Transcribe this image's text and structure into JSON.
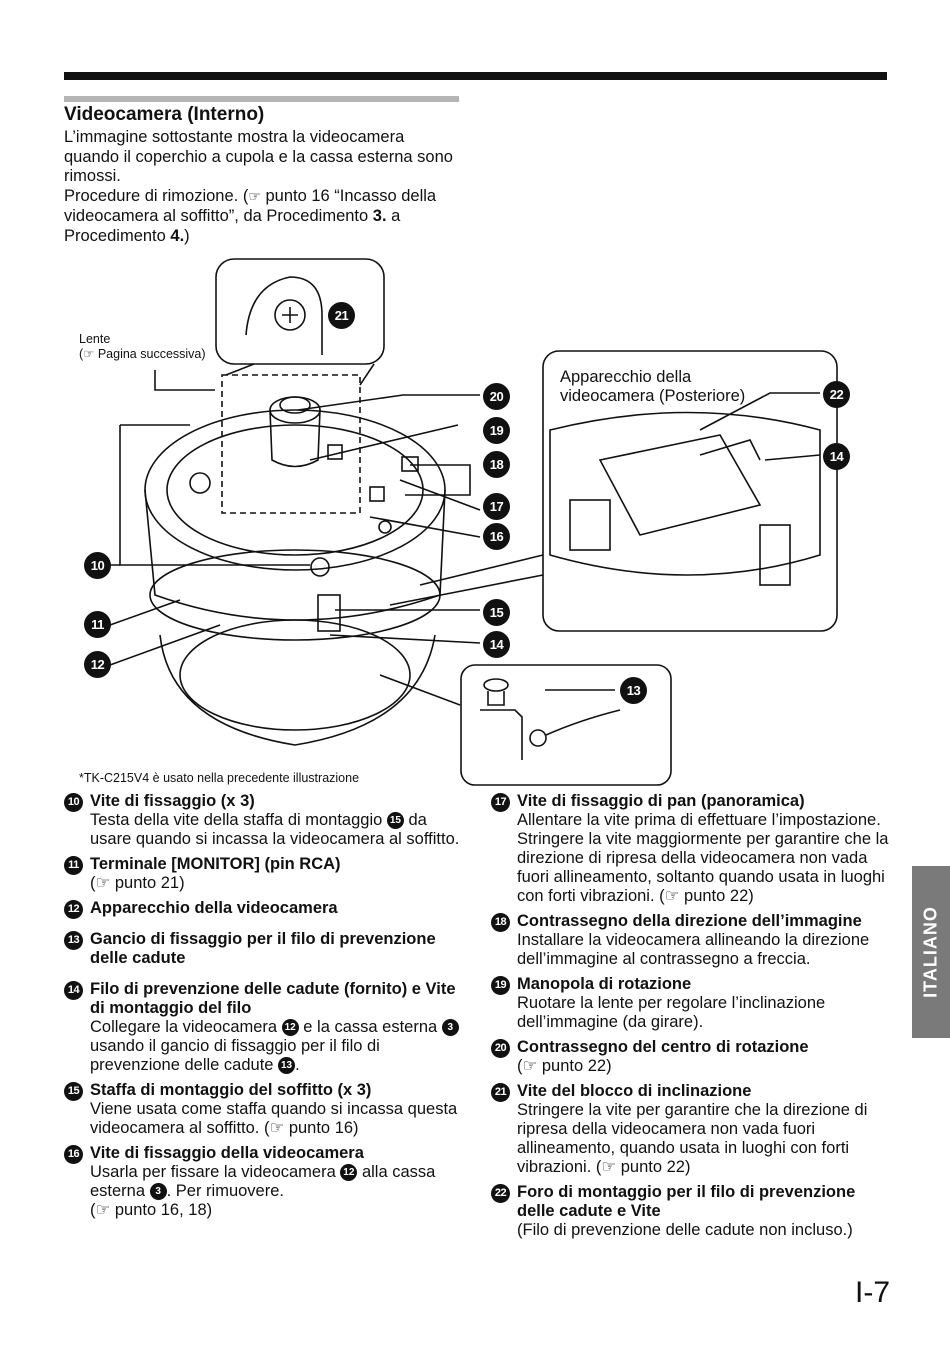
{
  "section": {
    "title": "Videocamera (Interno)",
    "intro": {
      "line1": "L’immagine sottostante mostra la videocamera quando il coperchio a cupola e la cassa esterna sono rimossi.",
      "line2_pre": "Procedure di rimozione. (",
      "ref_glyph": "☞",
      "line2_post": " punto 16 “Incasso della videocamera al soffitto”, da Procedimento ",
      "step_a": "3.",
      "mid": " a Procedimento ",
      "step_b": "4.",
      "end": ")"
    }
  },
  "figure": {
    "lens_label": "Lente",
    "lens_ref": "(☞ Pagina successiva)",
    "rear_label_1": "Apparecchio della",
    "rear_label_2": "videocamera (Posteriore)",
    "callouts": {
      "n10": "10",
      "n11": "11",
      "n12": "12",
      "n13": "13",
      "n14": "14",
      "n14b": "14",
      "n15": "15",
      "n16": "16",
      "n17": "17",
      "n18": "18",
      "n19": "19",
      "n20": "20",
      "n21": "21",
      "n22": "22"
    },
    "note": "*TK-C215V4 è usato nella precedente illustrazione"
  },
  "items_left": [
    {
      "num": "10",
      "head": "Vite di fissaggio (x 3)"
    },
    {
      "num": "11",
      "head": "Terminale [MONITOR] (pin RCA)",
      "desc": "(☞ punto 21)"
    },
    {
      "num": "12",
      "head": "Apparecchio della videocamera"
    },
    {
      "num": "13",
      "head": "Gancio di fissaggio per il filo di prevenzione delle cadute"
    },
    {
      "num": "14",
      "head": "Filo di prevenzione delle cadute (fornito) e Vite di montaggio del filo"
    },
    {
      "num": "15",
      "head": "Staffa di montaggio del soffitto (x 3)",
      "desc": "Viene usata come staffa quando si incassa questa videocamera al soffitto. (☞ punto 16)"
    },
    {
      "num": "16",
      "head": "Vite di fissaggio della videocamera"
    }
  ],
  "item10_desc": {
    "pre": "Testa della vite della staffa di montaggio ",
    "ref": "15",
    "post": " da usare quando si incassa la videocamera al soffitto."
  },
  "item14_desc": {
    "pre": "Collegare la videocamera ",
    "ref1": "12",
    "mid1": " e la cassa esterna ",
    "ref2": "3",
    "mid2": " usando il gancio di fissaggio per il filo di prevenzione delle cadute ",
    "ref3": "13",
    "post": "."
  },
  "item16_desc": {
    "pre": "Usarla per fissare la videocamera ",
    "ref1": "12",
    "mid": " alla cassa esterna ",
    "ref2": "3",
    "post": ". Per rimuovere.",
    "line2": "(☞ punto 16, 18)"
  },
  "items_right": [
    {
      "num": "17",
      "head": "Vite di fissaggio di pan (panoramica)",
      "desc": "Allentare la vite prima di effettuare l’impostazione. Stringere la vite maggiormente per garantire che la direzione di ripresa della videocamera non vada fuori allineamento, soltanto quando usata in luoghi con forti vibrazioni. (☞ punto 22)"
    },
    {
      "num": "18",
      "head": "Contrassegno della direzione dell’immagine",
      "desc": "Installare la videocamera allineando la direzione dell’immagine al contrassegno a freccia."
    },
    {
      "num": "19",
      "head": "Manopola di rotazione",
      "desc": "Ruotare la lente per regolare l’inclinazione dell’immagine (da girare)."
    },
    {
      "num": "20",
      "head": "Contrassegno del centro di rotazione",
      "desc": "(☞ punto 22)"
    },
    {
      "num": "21",
      "head": "Vite del blocco di inclinazione",
      "desc": "Stringere la vite per garantire che la direzione di ripresa della videocamera non vada fuori allineamento, quando usata in luoghi con forti vibrazioni. (☞ punto 22)"
    },
    {
      "num": "22",
      "head": "Foro di montaggio per il filo di prevenzione delle cadute e Vite",
      "desc": "(Filo di prevenzione delle cadute non incluso.)"
    }
  ],
  "side_tab": "ITALIANO",
  "page_number": "I-7"
}
